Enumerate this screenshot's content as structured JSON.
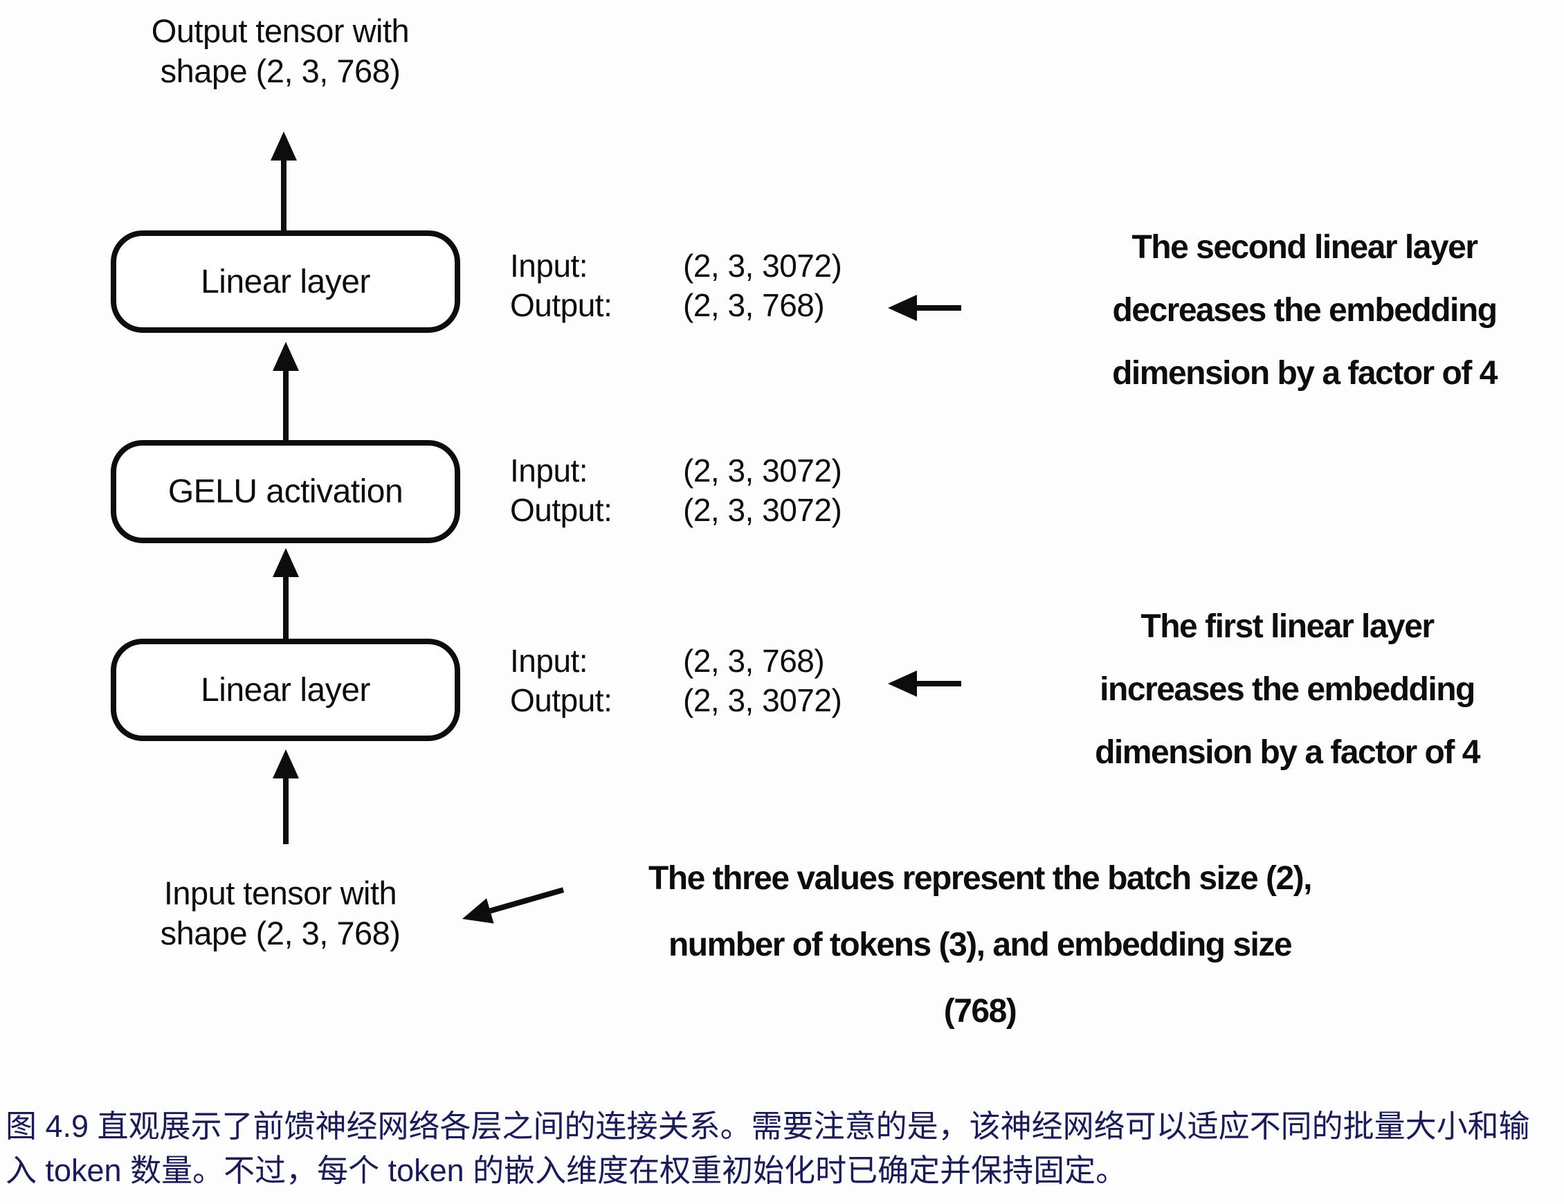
{
  "colors": {
    "ink": "#0d0d0d",
    "background": "#fdfdfd",
    "caption_text": "#1b1b55"
  },
  "diagram": {
    "output_tensor_label": {
      "line1": "Output tensor with",
      "line2": "shape (2, 3, 768)"
    },
    "input_tensor_label": {
      "line1": "Input tensor with",
      "line2": "shape (2, 3, 768)"
    },
    "layers": [
      {
        "label": "Linear layer",
        "input_label": "Input:",
        "input_value": "(2, 3, 3072)",
        "output_label": "Output:",
        "output_value": "(2, 3, 768)"
      },
      {
        "label": "GELU activation",
        "input_label": "Input:",
        "input_value": "(2, 3, 3072)",
        "output_label": "Output:",
        "output_value": "(2, 3, 3072)"
      },
      {
        "label": "Linear layer",
        "input_label": "Input:",
        "input_value": "(2, 3, 768)",
        "output_label": "Output:",
        "output_value": "(2, 3, 3072)"
      }
    ],
    "annotations": {
      "second_linear": {
        "lines": [
          "The second linear layer",
          "decreases the embedding",
          "dimension by a factor of 4"
        ]
      },
      "first_linear": {
        "lines": [
          "The first linear layer",
          "increases the embedding",
          "dimension by a factor of 4"
        ]
      },
      "tensor_values": {
        "lines": [
          "The three values represent the batch size (2),",
          "number of tokens (3), and embedding size",
          "(768)"
        ]
      }
    }
  },
  "caption": {
    "text": "图 4.9 直观展示了前馈神经网络各层之间的连接关系。需要注意的是，该神经网络可以适应不同的批量大小和输入 token 数量。不过，每个 token 的嵌入维度在权重初始化时已确定并保持固定。"
  }
}
